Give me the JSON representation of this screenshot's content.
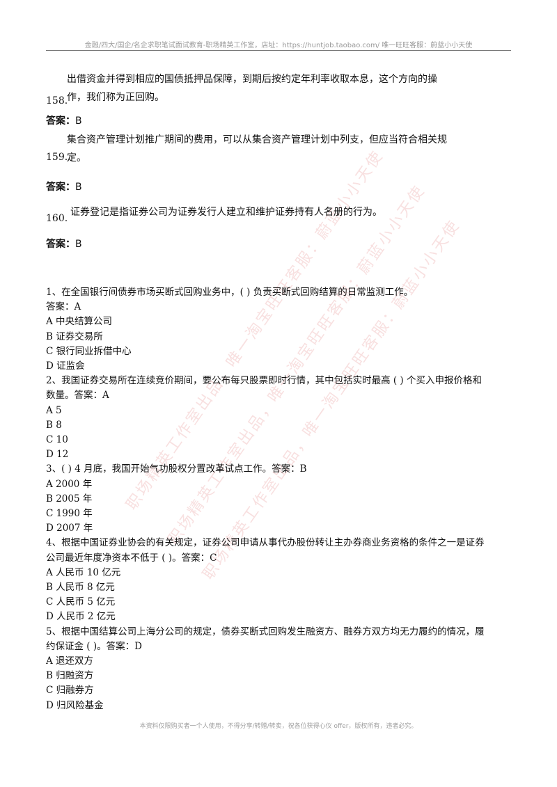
{
  "header": "金融/四大/国企/名企求职笔试面试教育-职场精英工作室，店址：https://huntjob.taobao.com/ 唯一旺旺客服：蔚蓝小小天使",
  "footer": "本资料仅限购买者一个人使用，不得分享/转赠/转卖，祝各位获得心仪 offer，版权所有，违者必究。",
  "watermark": "职场精英工作室出品，唯一淘宝旺旺客服：蔚蓝小小天使",
  "judgment_items": [
    {
      "number": "158.",
      "line1": "出借资金并得到相应的国债抵押品保障，到期后按约定年利率收取本息，这个方向的操",
      "line2": "作，我们称为正回购。",
      "answer_label": "答案：",
      "answer": "B"
    },
    {
      "number": "159.",
      "line1": "集合资产管理计划推广期间的费用，可以从集合资产管理计划中列支，但应当符合相关规",
      "line2": "定。",
      "answer_label": "答案：",
      "answer": "B"
    },
    {
      "number": "160.",
      "line1": "证券登记是指证券公司为证券发行人建立和维护证券持有人名册的行为。",
      "answer_label": "答案：",
      "answer": "B"
    }
  ],
  "questions": [
    {
      "lines": [
        "1、在全国银行间债券市场买断式回购业务中，( ) 负责买断式回购结算的日常监测工作。",
        "答案：A"
      ],
      "options": [
        "A  中央结算公司",
        "B  证券交易所",
        "C  银行同业拆借中心",
        "D  证监会"
      ]
    },
    {
      "lines": [
        "2、我国证券交易所在连续竞价期间，要公布每只股票即时行情，其中包括实时最高 ( ) 个买入申报价格和",
        "数量。答案：A"
      ],
      "options": [
        "A 5",
        "B 8",
        "C 10",
        "D 12"
      ]
    },
    {
      "lines": [
        "3、( ) 4 月底，我国开始气功股权分置改革试点工作。答案：B"
      ],
      "options": [
        "A 2000 年",
        "B 2005 年",
        "C 1990 年",
        "D 2007 年"
      ]
    },
    {
      "lines": [
        "4、根据中国证券业协会的有关规定，证券公司申请从事代办股份转让主办券商业务资格的条件之一是证券",
        "公司最近年度净资本不低于 ( )。答案：C"
      ],
      "options": [
        "A  人民币 10 亿元",
        "B  人民币 8 亿元",
        "C  人民币 5 亿元",
        "D  人民币 2 亿元"
      ]
    },
    {
      "lines": [
        "5、根据中国结算公司上海分公司的规定，债券买断式回购发生融资方、融券方双方均无力履约的情况，履",
        "约保证金 ( )。答案：D"
      ],
      "options": [
        "A  退还双方",
        "B  归融资方",
        "C  归融券方",
        "D  归风险基金"
      ]
    }
  ]
}
